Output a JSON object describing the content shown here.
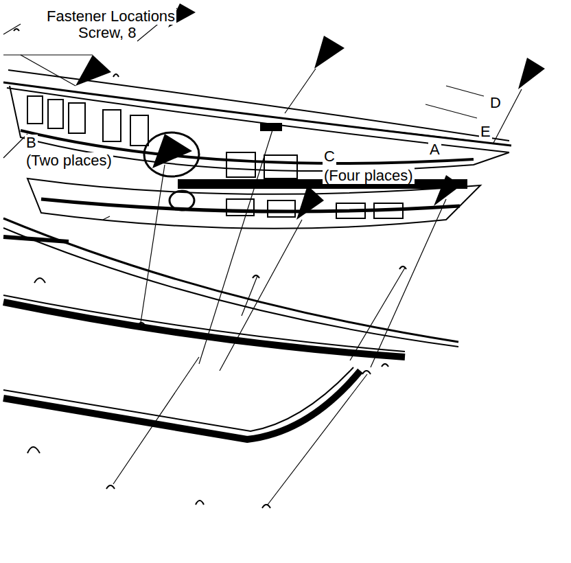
{
  "diagram": {
    "title": "Fastener Locations",
    "labels": [
      "Screw, 8",
      "A",
      "B",
      "(Two places)",
      "C",
      "(Four places)",
      "D",
      "E"
    ]
  }
}
